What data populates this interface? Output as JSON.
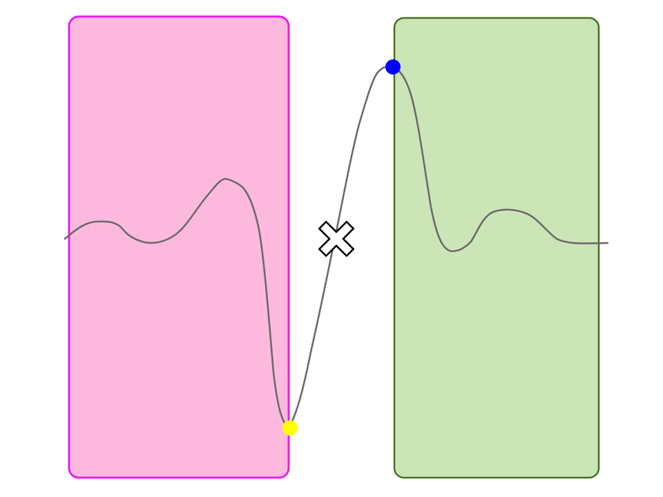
{
  "colors": {
    "background": "#ffffff",
    "left_panel_fill": "#fdb9dd",
    "left_panel_stroke": "#e91ee9",
    "right_panel_fill": "#cce5b6",
    "right_panel_stroke": "#3f7323",
    "curve": "#6a6a6a",
    "left_marker": "#ffff00",
    "right_marker": "#0000ff",
    "cross_fill": "#ffffff",
    "cross_stroke": "#000000"
  },
  "elements": {
    "left_panel": {
      "shape": "rounded-rectangle",
      "label": ""
    },
    "right_panel": {
      "shape": "rounded-rectangle",
      "label": ""
    },
    "curve": {
      "shape": "smooth-wave"
    },
    "left_marker": {
      "shape": "circle",
      "icon": "yellow-dot"
    },
    "right_marker": {
      "shape": "circle",
      "icon": "blue-dot"
    },
    "cross": {
      "shape": "x-cross",
      "icon": "cross-icon"
    }
  }
}
